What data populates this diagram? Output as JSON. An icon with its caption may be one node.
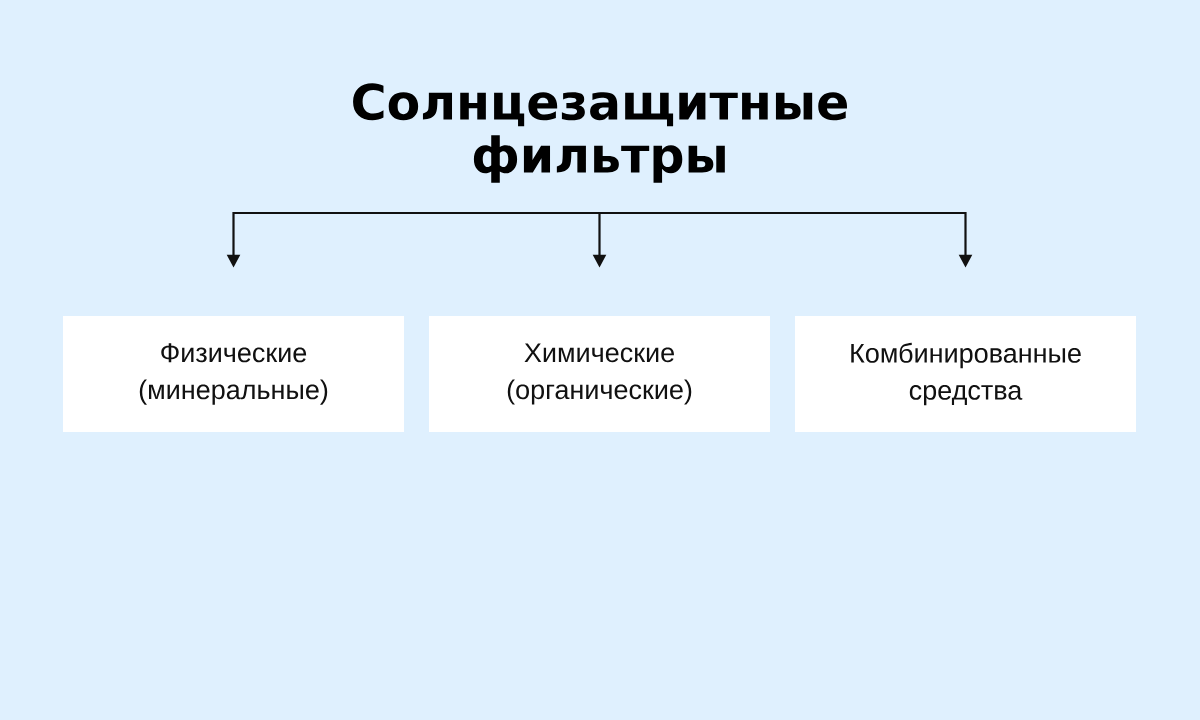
{
  "diagram": {
    "nodes": [
      {
        "text": [
          "Солнцезащитные фильтры"
        ]
      },
      {
        "text": [
          "Физические (минеральные)"
        ]
      },
      {
        "text": [
          "Химические (органические)"
        ]
      },
      {
        "text": [
          "Комбинированные средства"
        ]
      }
    ],
    "edges": [
      {
        "from": 0,
        "to": 1,
        "arrow": "to"
      },
      {
        "from": 0,
        "to": 2,
        "arrow": "to"
      },
      {
        "from": 0,
        "to": 3,
        "arrow": "to"
      }
    ]
  }
}
